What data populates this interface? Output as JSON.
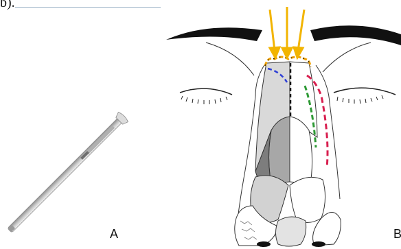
{
  "caption_fragment": "b).",
  "panels": [
    {
      "label": "A",
      "subject": "osteotome-instrument"
    },
    {
      "label": "B",
      "subject": "nasal-anatomy-schematic"
    }
  ],
  "colors": {
    "arrows": "#f2b400",
    "radix_outline": "#f0a000",
    "blue_dashed": "#2e3fd6",
    "black_dashed": "#111111",
    "green_dashed": "#2e9a35",
    "red_dashed": "#d81f4f"
  }
}
